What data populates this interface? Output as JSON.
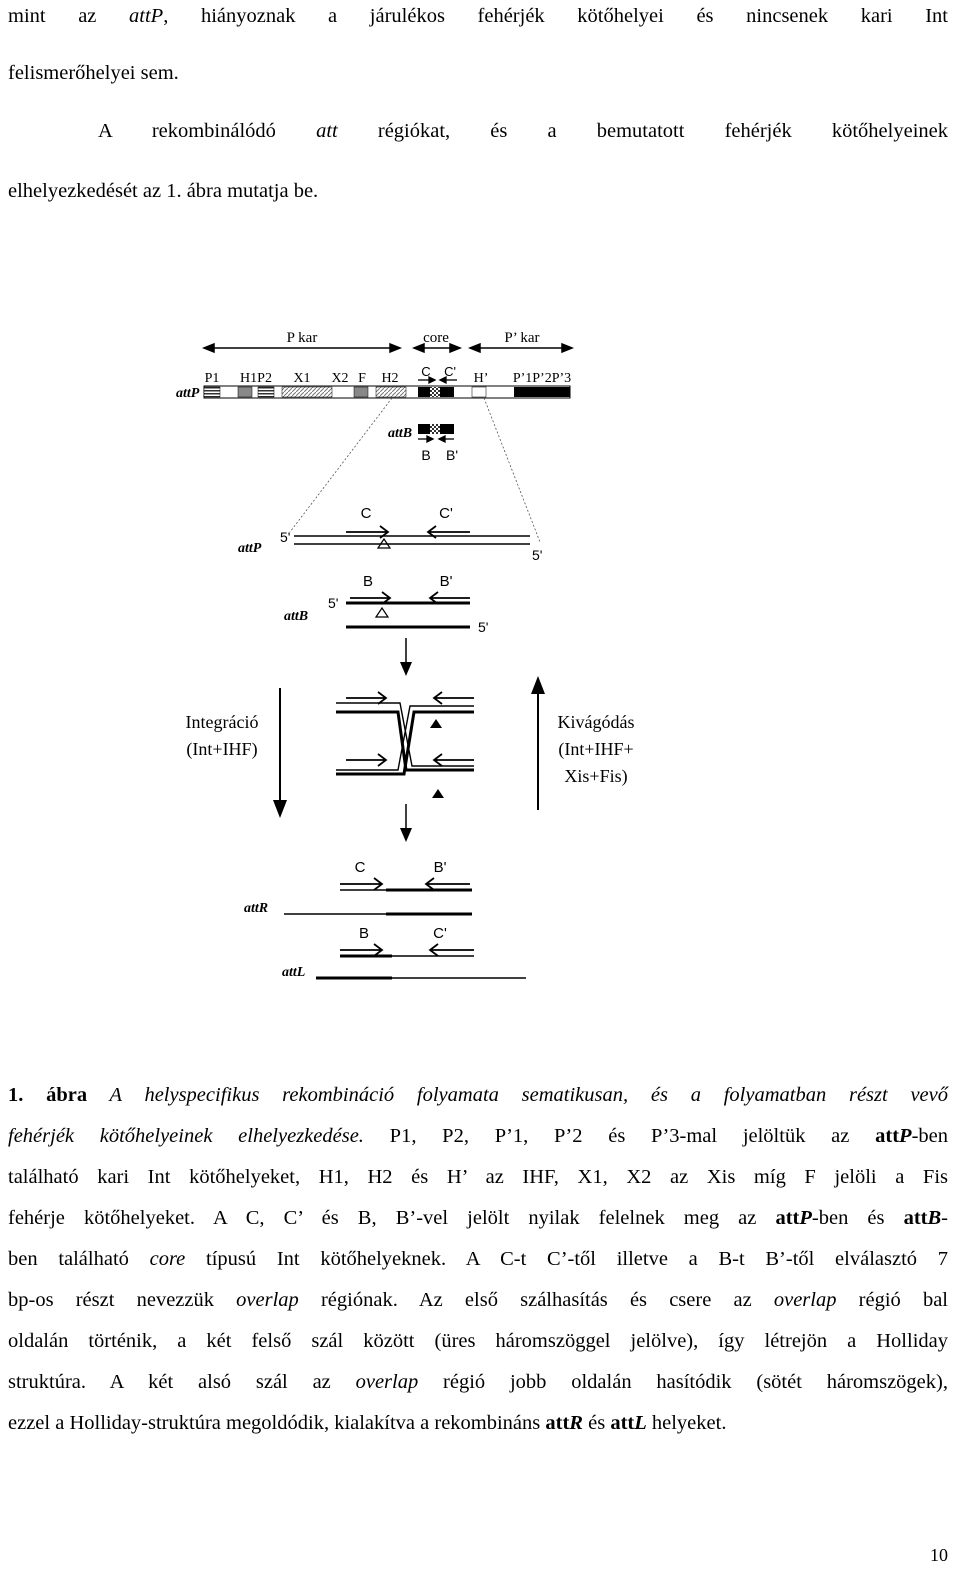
{
  "intro": {
    "line1": {
      "pre": "mint az ",
      "em": "attP",
      "post": ", hiányoznak a járulékos fehérjék kötőhelyei és nincsenek kari Int"
    },
    "line2": "felismerőhelyei sem.",
    "line3": {
      "pre": "A rekombinálódó ",
      "em": "att",
      "post": " régiókat, és a bemutatott fehérjék kötőhelyeinek"
    },
    "line4": "elhelyezkedését az 1. ábra mutatja be."
  },
  "figure": {
    "top_labels": {
      "p_arm": "P kar",
      "core": "core",
      "pp_arm": "P’ kar"
    },
    "site_labels": {
      "p1": "P1",
      "h1p2": "H1P2",
      "x1": "X1",
      "x2": "X2",
      "f": "F",
      "h2": "H2",
      "c": "C",
      "cprime": "C'",
      "hprime": "H’",
      "pprime": "P’1P’2P’3"
    },
    "attP_top": "attP",
    "attB_small": "attB",
    "b": "B",
    "bprime": "B'",
    "c": "C",
    "cprime": "C'",
    "attP": "attP",
    "attB": "attB",
    "five_prime": "5'",
    "integration": {
      "line1": "Integráció",
      "line2": "(Int+IHF)"
    },
    "excision": {
      "line1": "Kivágódás",
      "line2": "(Int+IHF+",
      "line3": "Xis+Fis)"
    },
    "attR": "attR",
    "attL": "attL"
  },
  "caption": {
    "l1": {
      "num": "1. ábra",
      "em": " A helyspecifikus rekombináció folyamata sematikusan, és a folyamatban részt vevő"
    },
    "l2": {
      "em": "fehérjék kötőhelyeinek elhelyezkedése.",
      "post": " P1, P2, P’1, P’2 és P’3-mal jelöltük az ",
      "b": "att",
      "bem": "P",
      "post2": "-ben"
    },
    "l3": "található kari Int kötőhelyeket, H1, H2 és H’ az IHF, X1, X2 az Xis míg F jelöli a Fis",
    "l4": {
      "pre": "fehérje kötőhelyeket. A C, C’ és B, B’-vel jelölt nyilak felelnek meg az ",
      "b1": "att",
      "em1": "P",
      "mid": "-ben és ",
      "b2": "att",
      "em2": "B",
      "post": "-"
    },
    "l5": {
      "pre": "ben található ",
      "em": "core",
      "post": " típusú Int kötőhelyeknek. A C-t  C’-től illetve a B-t B’-től elválasztó 7"
    },
    "l6": {
      "pre": "bp-os részt nevezzük ",
      "em1": "overlap",
      "mid": " régiónak. Az első szálhasítás és csere az ",
      "em2": "overlap",
      "post": " régió bal"
    },
    "l7": "oldalán történik, a két felső szál között (üres háromszöggel jelölve), így létrejön a Holliday",
    "l8": {
      "pre": "struktúra. A két alsó szál az ",
      "em": "overlap",
      "post": " régió jobb oldalán hasítódik (sötét háromszögek),"
    },
    "l9": {
      "pre": "ezzel a Holliday-struktúra megoldódik, kialakítva a rekombináns ",
      "b1": "att",
      "em1": "R",
      "mid": " és ",
      "b2": "att",
      "em2": "L",
      "post": " helyeket."
    }
  },
  "page_number": "10"
}
